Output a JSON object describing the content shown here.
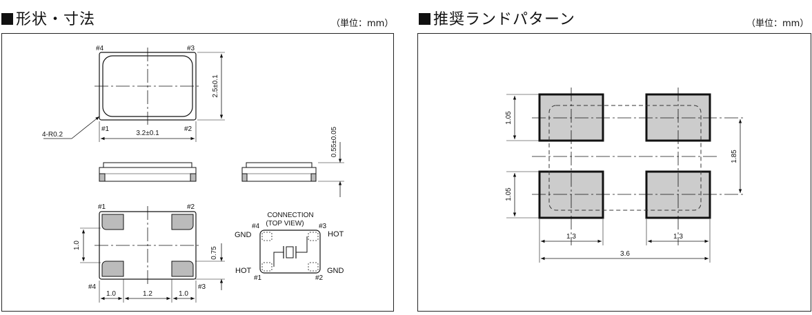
{
  "left": {
    "title": "形状・寸法",
    "unit": "（単位：mm）",
    "top_view": {
      "pins": [
        "#4",
        "#3",
        "#1",
        "#2"
      ],
      "corner_label": "4-R0.2",
      "width_dim": "3.2±0.1",
      "height_dim": "2.5±0.1"
    },
    "side_view": {
      "thickness_dim": "0.55±0.05"
    },
    "bottom_view": {
      "pins": [
        "#1",
        "#2",
        "#4",
        "#3"
      ],
      "pad_height_dim": "1.0",
      "pad_gap_dim": "0.75",
      "bottom_dims": [
        "1.0",
        "1.2",
        "1.0"
      ]
    },
    "connection": {
      "title_line1": "CONNECTION",
      "title_line2": "(TOP VIEW)",
      "pin_tl": "#4",
      "pin_tr": "#3",
      "pin_bl": "#1",
      "pin_br": "#2",
      "label_tl": "GND",
      "label_tr": "HOT",
      "label_bl": "HOT",
      "label_br": "GND"
    }
  },
  "right": {
    "title": "推奨ランドパターン",
    "unit": "（単位：mm）",
    "dims": {
      "pad_height_top": "1.05",
      "pad_height_bottom": "1.05",
      "pitch_vertical": "1.85",
      "pad_width_left": "1.3",
      "pad_width_right": "1.3",
      "total_width": "3.6"
    }
  }
}
